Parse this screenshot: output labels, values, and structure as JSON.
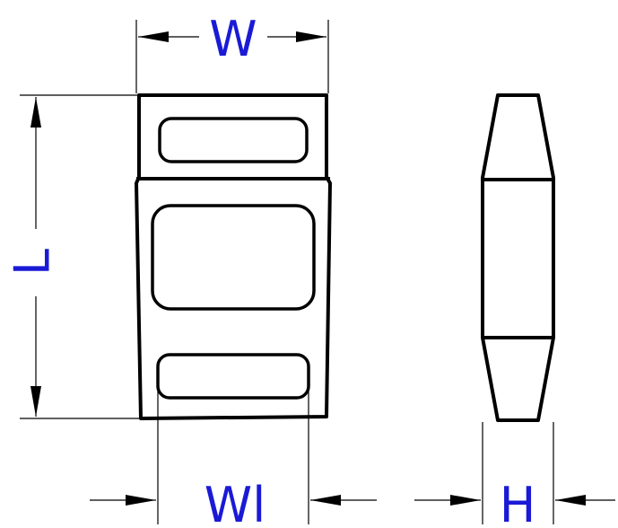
{
  "drawing": {
    "colors": {
      "outline": "#000000",
      "label": "#1a1ad6",
      "background": "#ffffff"
    },
    "dimensions": {
      "width_label": "W",
      "length_label": "L",
      "inner_width_label": "Wl",
      "height_label": "H"
    }
  }
}
